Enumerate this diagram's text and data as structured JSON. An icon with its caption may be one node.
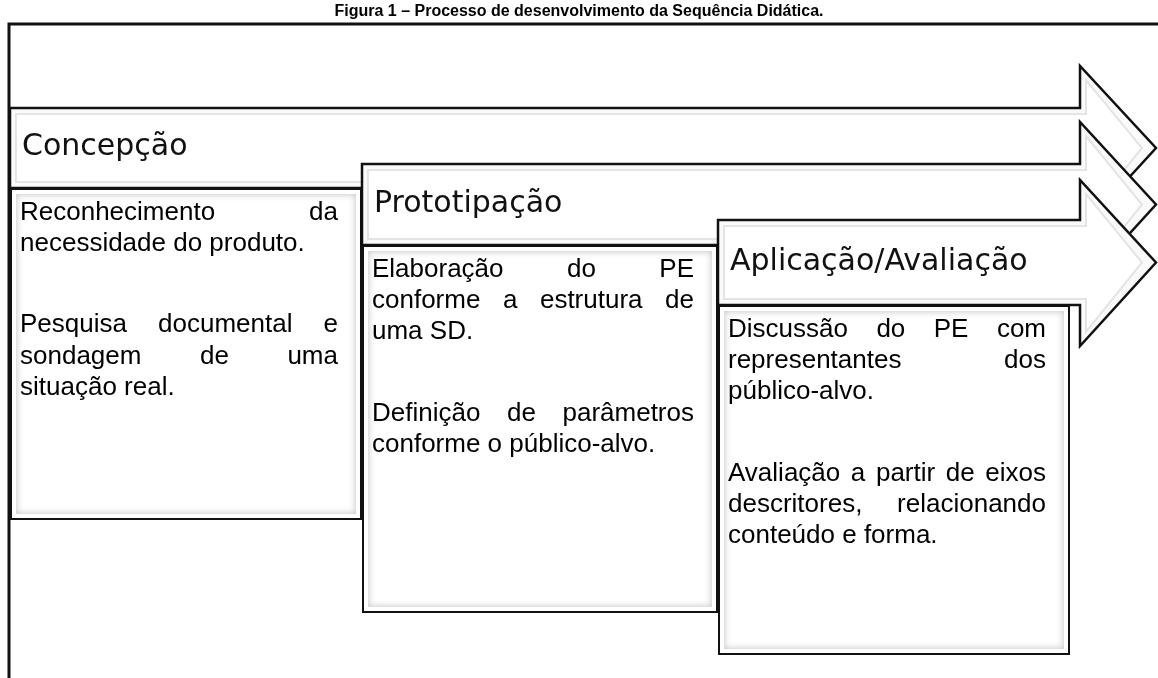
{
  "diagram": {
    "title": "Figura 1 – Processo de desenvolvimento da Sequência Didática.",
    "nodes": [
      {
        "text": [
          "Concepção"
        ]
      },
      {
        "text": [
          "Reconhecimento da necessidade do produto.",
          "Pesquisa documental e sondagem de uma situação real."
        ]
      },
      {
        "text": [
          "Prototipação"
        ]
      },
      {
        "text": [
          "Elaboração do PE conforme a estrutura de uma SD.",
          "Definição de parâmetros conforme o público-alvo."
        ]
      },
      {
        "text": [
          "Aplicação/Avaliação"
        ]
      },
      {
        "text": [
          "Discussão do PE com representantes dos público-alvo.",
          "Avaliação a partir de eixos descritores, relacionando conteúdo e forma."
        ]
      }
    ]
  }
}
